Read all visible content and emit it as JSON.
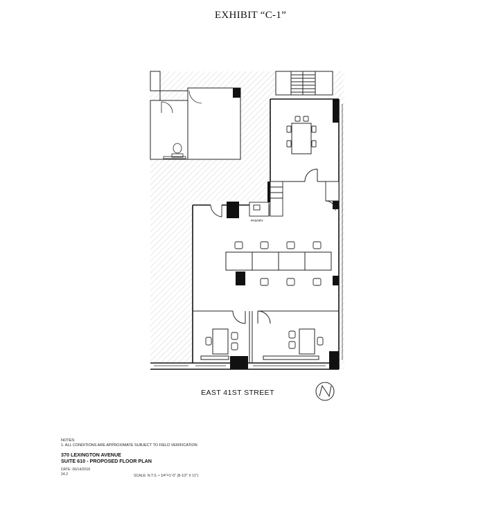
{
  "header": {
    "title": "EXHIBIT “C-1”"
  },
  "plan": {
    "street_label": "EAST 41ST STREET",
    "pantry_label": "PANTRY",
    "north_arrow_letter": "N",
    "colors": {
      "hatch": "#b8b8b8",
      "wall": "#111111",
      "line": "#222222"
    }
  },
  "title_block": {
    "notes_heading": "NOTES:",
    "notes_line": "1. ALL CONDITIONS ARE APPROXIMATE SUBJECT TO FIELD VERIFICATION",
    "address": "370 LEXINGTON AVENUE",
    "suite": "SUITE 610 - PROPOSED FLOOR PLAN",
    "date": "DATE: 06/14/2016",
    "ref": "24.2",
    "scale": "SCALE: N.T.S. • 1/4\"=1'-0\" (8-1/2\" X 11\")"
  }
}
